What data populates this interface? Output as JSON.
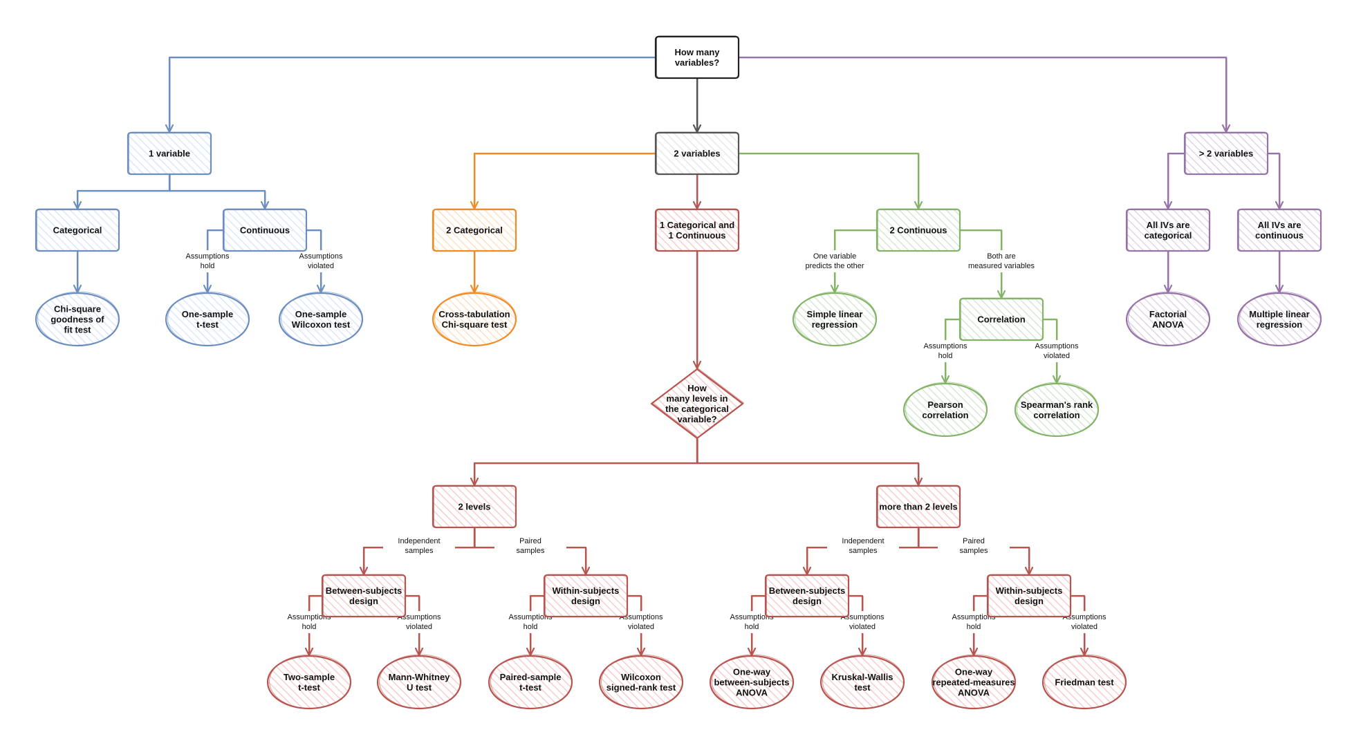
{
  "colors": {
    "root": "#222222",
    "gray": "#555555",
    "blue": "#6c8ebf",
    "orange": "#f08a24",
    "red": "#b85450",
    "green": "#82b366",
    "purple": "#9673a6"
  },
  "nodes": {
    "root": [
      "How many",
      "variables?"
    ],
    "one_var": [
      "1 variable"
    ],
    "two_var": [
      "2 variables"
    ],
    "gt2_var": [
      "> 2 variables"
    ],
    "categorical": [
      "Categorical"
    ],
    "continuous": [
      "Continuous"
    ],
    "chi_gof": [
      "Chi-square",
      "goodness of",
      "fit test"
    ],
    "one_sample_t": [
      "One-sample",
      "t-test"
    ],
    "one_sample_wilcoxon": [
      "One-sample",
      "Wilcoxon test"
    ],
    "two_categorical": [
      "2 Categorical"
    ],
    "crosstab": [
      "Cross-tabulation",
      "Chi-square test"
    ],
    "cat_cont": [
      "1 Categorical and",
      "1 Continuous"
    ],
    "levels_q": [
      "How",
      "many levels in",
      "the categorical",
      "variable?"
    ],
    "two_levels": [
      "2 levels"
    ],
    "more_levels": [
      "more than 2 levels"
    ],
    "between_a": [
      "Between-subjects",
      "design"
    ],
    "within_a": [
      "Within-subjects",
      "design"
    ],
    "between_b": [
      "Between-subjects",
      "design"
    ],
    "within_b": [
      "Within-subjects",
      "design"
    ],
    "two_sample_t": [
      "Two-sample",
      "t-test"
    ],
    "mann_whitney": [
      "Mann-Whitney",
      "U test"
    ],
    "paired_t": [
      "Paired-sample",
      "t-test"
    ],
    "wilcoxon_sr": [
      "Wilcoxon",
      "signed-rank test"
    ],
    "oneway_anova": [
      "One-way",
      "between-subjects",
      "ANOVA"
    ],
    "kruskal": [
      "Kruskal-Wallis",
      "test"
    ],
    "rm_anova": [
      "One-way",
      "repeated-measures",
      "ANOVA"
    ],
    "friedman": [
      "Friedman test"
    ],
    "two_continuous": [
      "2 Continuous"
    ],
    "simple_reg": [
      "Simple linear",
      "regression"
    ],
    "correlation": [
      "Correlation"
    ],
    "pearson": [
      "Pearson",
      "correlation"
    ],
    "spearman": [
      "Spearman's rank",
      "correlation"
    ],
    "all_cat": [
      "All IVs are",
      "categorical"
    ],
    "all_cont": [
      "All IVs are",
      "continuous"
    ],
    "factorial": [
      "Factorial",
      "ANOVA"
    ],
    "multiple_reg": [
      "Multiple linear",
      "regression"
    ]
  },
  "edge_labels": {
    "cont_hold": [
      "Assumptions",
      "hold"
    ],
    "cont_violated": [
      "Assumptions",
      "violated"
    ],
    "predicts": [
      "One variable",
      "predicts the other"
    ],
    "both_measured": [
      "Both are",
      "measured variables"
    ],
    "corr_hold": [
      "Assumptions",
      "hold"
    ],
    "corr_violated": [
      "Assumptions",
      "violated"
    ],
    "indep_a": [
      "Independent",
      "samples"
    ],
    "paired_a": [
      "Paired",
      "samples"
    ],
    "indep_b": [
      "Independent",
      "samples"
    ],
    "paired_b": [
      "Paired",
      "samples"
    ],
    "bs_a_hold": [
      "Assumptions",
      "hold"
    ],
    "bs_a_violated": [
      "Assumptions",
      "violated"
    ],
    "ws_a_hold": [
      "Assumptions",
      "hold"
    ],
    "ws_a_violated": [
      "Assumptions",
      "violated"
    ],
    "bs_b_hold": [
      "Assumptions",
      "hold"
    ],
    "bs_b_violated": [
      "Assumptions",
      "violated"
    ],
    "ws_b_hold": [
      "Assumptions",
      "hold"
    ],
    "ws_b_violated": [
      "Assumptions",
      "violated"
    ]
  }
}
